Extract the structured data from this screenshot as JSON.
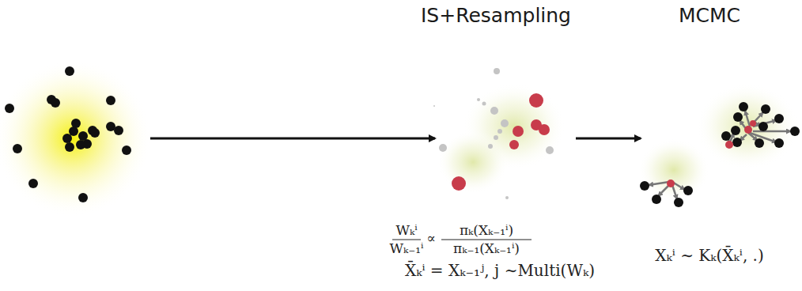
{
  "diagram": {
    "labels": [
      "IS+Resampling",
      "MCMC",
      "Wₖⁱ",
      "Wₖ₋₁ⁱ",
      "∝",
      "πₖ(Xₖ₋₁ⁱ)",
      "πₖ₋₁(Xₖ₋₁ⁱ)",
      "X̄ₖⁱ = Xₖ₋₁ʲ, j ∼Multi(Wₖ)",
      "Xₖⁱ ∼ Kₖ(X̄ₖⁱ, .)"
    ]
  }
}
